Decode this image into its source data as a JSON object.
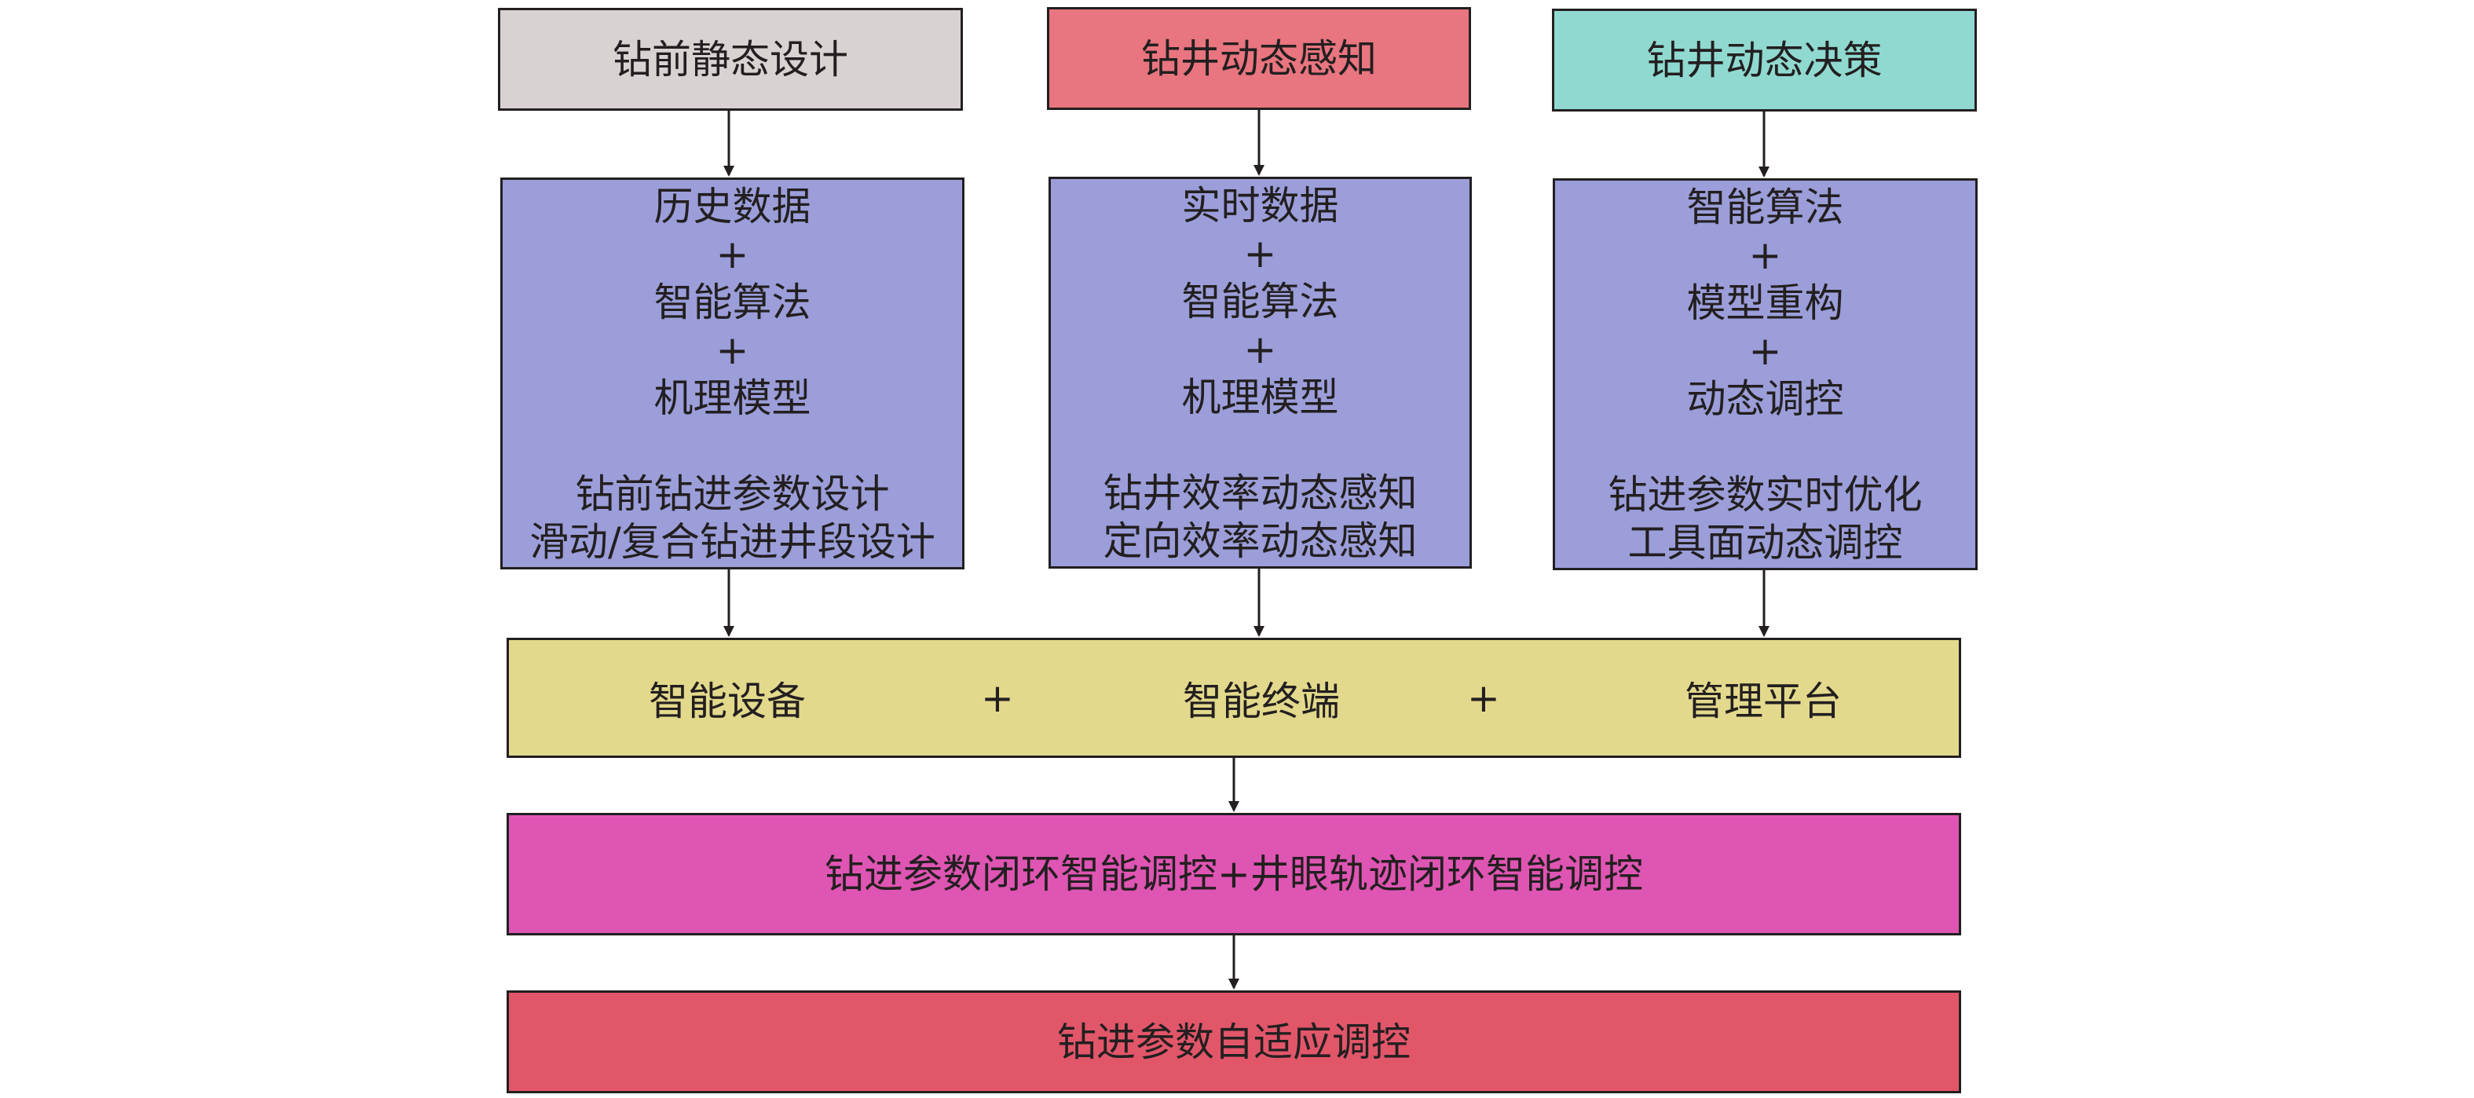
{
  "top_boxes": [
    {
      "label": "钻前静态设计",
      "color": "#d9d2d2"
    },
    {
      "label": "钻井动态感知",
      "color": "#e8757f"
    },
    {
      "label": "钻井动态决策",
      "color": "#8fd9d0"
    }
  ],
  "method_boxes": [
    {
      "lines": [
        "历史数据",
        "+",
        "智能算法",
        "+",
        "机理模型"
      ],
      "outputs": [
        "钻前钻进参数设计",
        "滑动/复合钻进井段设计"
      ]
    },
    {
      "lines": [
        "实时数据",
        "+",
        "智能算法",
        "+",
        "机理模型"
      ],
      "outputs": [
        "钻井效率动态感知",
        "定向效率动态感知"
      ]
    },
    {
      "lines": [
        "智能算法",
        "+",
        "模型重构",
        "+",
        "动态调控"
      ],
      "outputs": [
        "钻进参数实时优化",
        "工具面动态调控"
      ]
    }
  ],
  "method_color": "#9b9ed9",
  "platform": {
    "items": [
      "智能设备",
      "+",
      "智能终端",
      "+",
      "管理平台"
    ],
    "color": "#e3d98c"
  },
  "closed_loop": {
    "label": "钻进参数闭环智能调控+井眼轨迹闭环智能调控",
    "color": "#df55b3"
  },
  "adaptive": {
    "label": "钻进参数自适应调控",
    "color": "#e2566a"
  }
}
